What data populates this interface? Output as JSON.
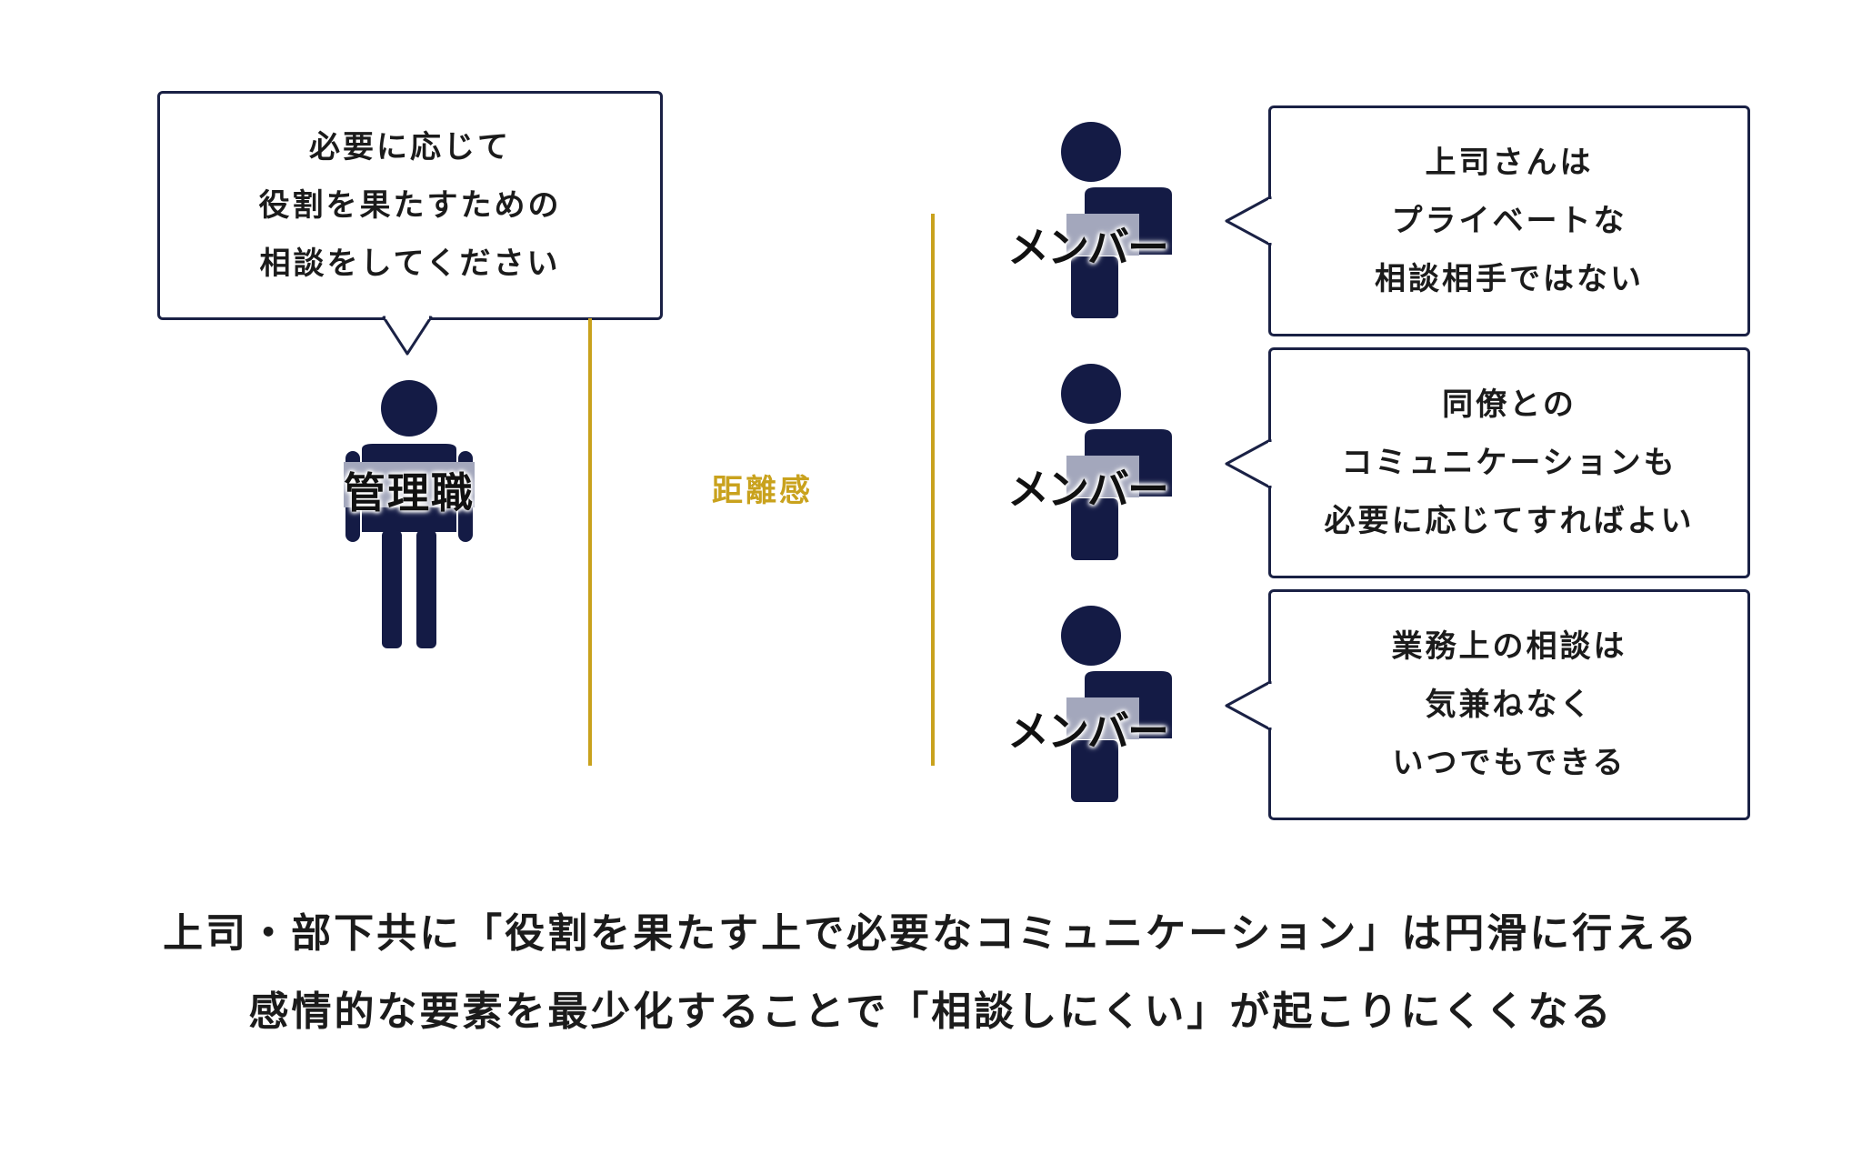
{
  "manager": {
    "bubble_lines": [
      "必要に応じて",
      "役割を果たすための",
      "相談をしてください"
    ],
    "label": "管理職"
  },
  "divider": {
    "label": "距離感"
  },
  "members": [
    {
      "label": "メンバー",
      "bubble_lines": [
        "上司さんは",
        "プライベートな",
        "相談相手ではない"
      ]
    },
    {
      "label": "メンバー",
      "bubble_lines": [
        "同僚との",
        "コミュニケーションも",
        "必要に応じてすればよい"
      ]
    },
    {
      "label": "メンバー",
      "bubble_lines": [
        "業務上の相談は",
        "気兼ねなく",
        "いつでもできる"
      ]
    }
  ],
  "conclusion": {
    "line1": "上司・部下共に「役割を果たす上で必要なコミュニケーション」は円滑に行える",
    "line2": "感情的な要素を最少化することで「相談しにくい」が起こりにくくなる"
  },
  "colors": {
    "figure_dark": "#141b45",
    "figure_stripe": "#a3a7bc",
    "divider_accent": "#c9a21d",
    "border": "#1a2145"
  }
}
